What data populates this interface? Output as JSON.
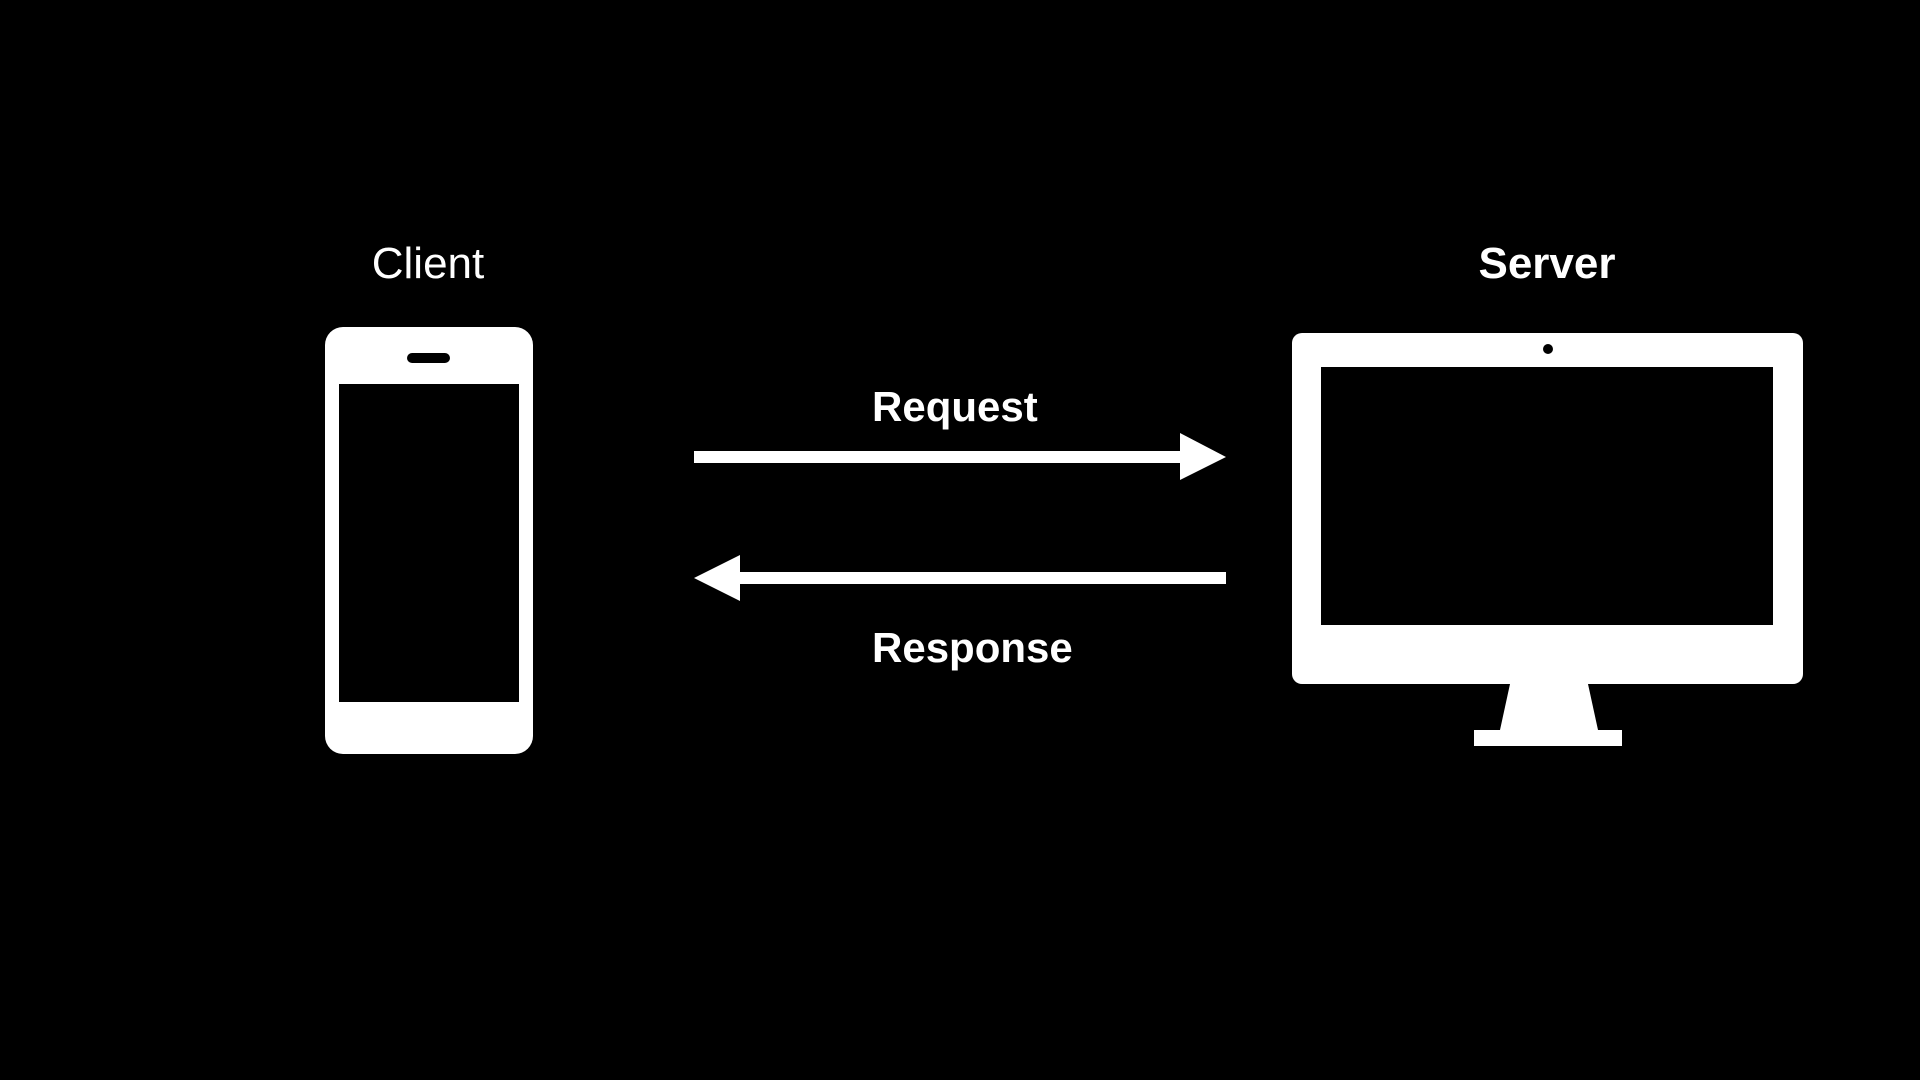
{
  "diagram": {
    "background": "#000000",
    "foreground": "#ffffff",
    "nodes": {
      "client": {
        "label": "Client",
        "icon": "smartphone-icon"
      },
      "server": {
        "label": "Server",
        "icon": "desktop-monitor-icon"
      }
    },
    "edges": {
      "request": {
        "label": "Request",
        "from": "client",
        "to": "server"
      },
      "response": {
        "label": "Response",
        "from": "server",
        "to": "client"
      }
    }
  }
}
